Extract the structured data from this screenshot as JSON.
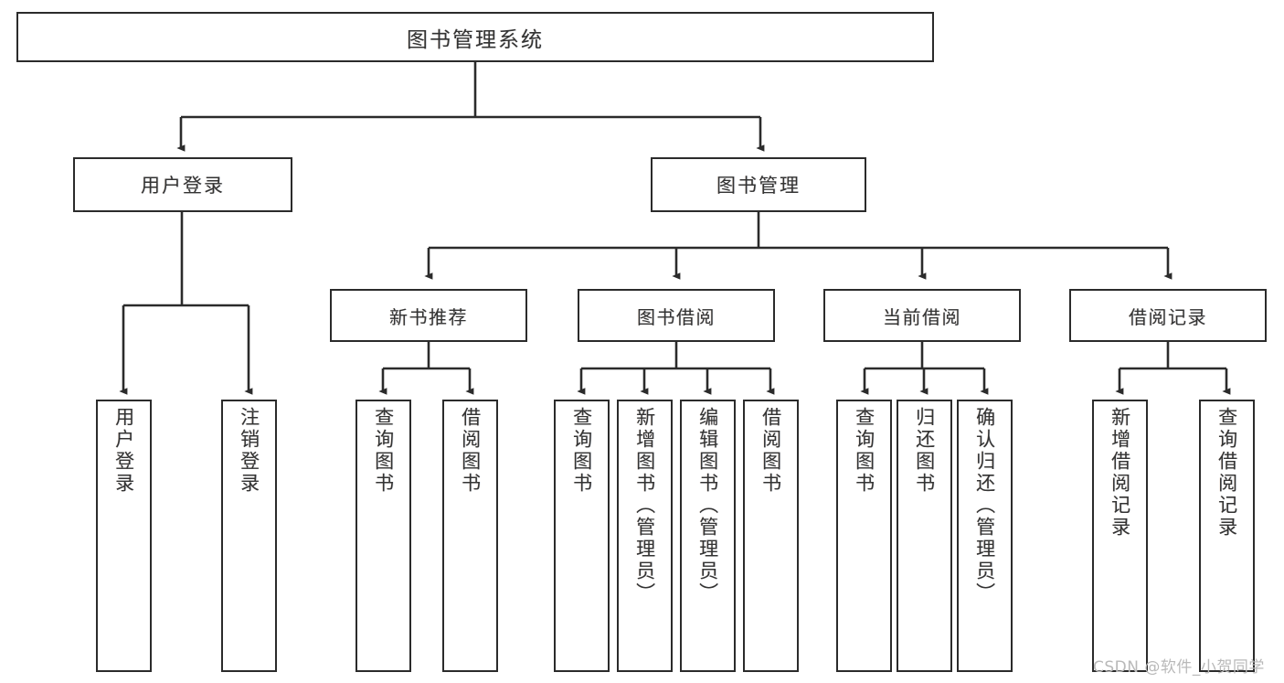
{
  "diagram": {
    "title": "图书管理系统",
    "type": "tree",
    "root": {
      "label": "图书管理系统",
      "name": "node-root"
    },
    "level2": [
      {
        "label": "用户登录",
        "name": "node-user-login"
      },
      {
        "label": "图书管理",
        "name": "node-book-management"
      }
    ],
    "level3": [
      {
        "label": "新书推荐",
        "name": "node-new-book-recommend"
      },
      {
        "label": "图书借阅",
        "name": "node-book-borrow"
      },
      {
        "label": "当前借阅",
        "name": "node-current-borrow"
      },
      {
        "label": "借阅记录",
        "name": "node-borrow-record"
      }
    ],
    "leaves": {
      "user_login": [
        {
          "label": "用户登录",
          "name": "leaf-user-login"
        },
        {
          "label": "注销登录",
          "name": "leaf-logout"
        }
      ],
      "new_book_recommend": [
        {
          "label": "查询图书",
          "name": "leaf-query-book-1"
        },
        {
          "label": "借阅图书",
          "name": "leaf-borrow-book-1"
        }
      ],
      "book_borrow": [
        {
          "label": "查询图书",
          "name": "leaf-query-book-2"
        },
        {
          "label": "新增图书（管理员）",
          "name": "leaf-add-book-admin"
        },
        {
          "label": "编辑图书（管理员）",
          "name": "leaf-edit-book-admin"
        },
        {
          "label": "借阅图书",
          "name": "leaf-borrow-book-2"
        }
      ],
      "current_borrow": [
        {
          "label": "查询图书",
          "name": "leaf-query-book-3"
        },
        {
          "label": "归还图书",
          "name": "leaf-return-book"
        },
        {
          "label": "确认归还（管理员）",
          "name": "leaf-confirm-return-admin"
        }
      ],
      "borrow_record": [
        {
          "label": "新增借阅记录",
          "name": "leaf-add-borrow-record"
        },
        {
          "label": "查询借阅记录",
          "name": "leaf-query-borrow-record"
        }
      ]
    }
  },
  "watermark": {
    "text": "CSDN @软件_小贺同学"
  },
  "colors": {
    "stroke": "#2b2b2b",
    "text": "#333333",
    "background": "#ffffff",
    "watermark": "#b9b9b9"
  }
}
